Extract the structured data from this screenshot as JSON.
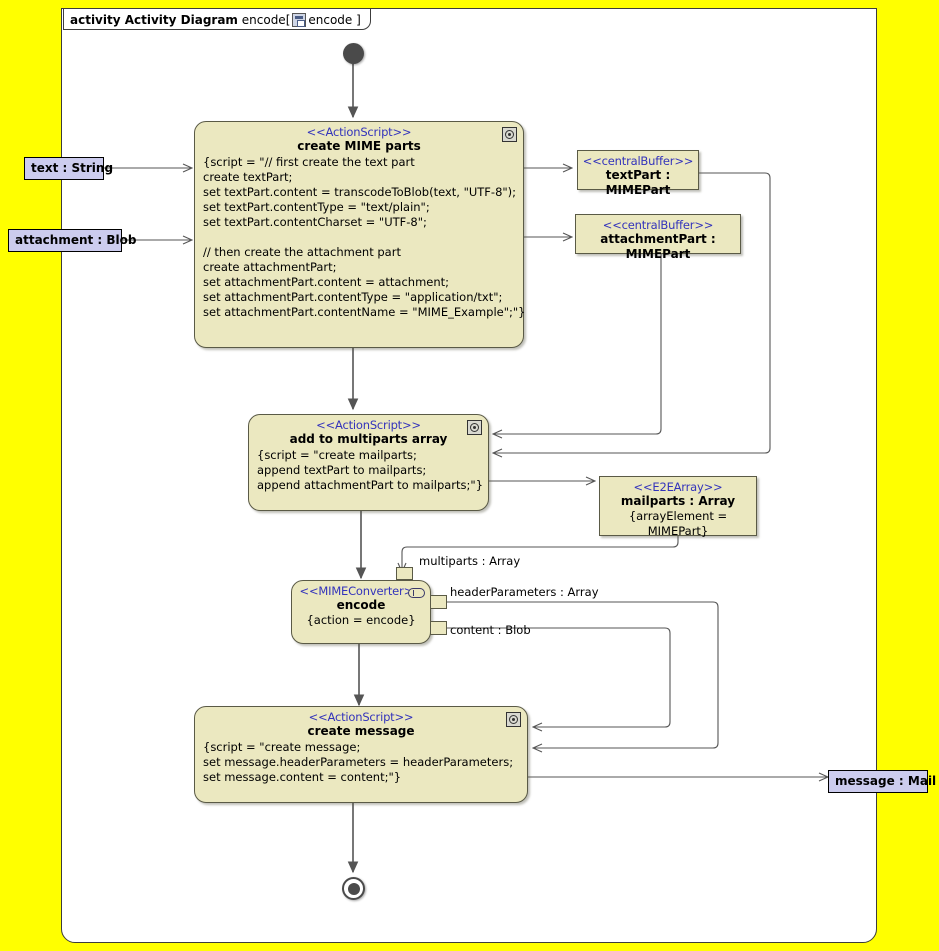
{
  "diagram": {
    "frame_label_bold": "activity Activity Diagram",
    "frame_label_rest_1": "encode[",
    "frame_label_rest_2": "encode ]",
    "frame_icon": "activity-diagram-icon",
    "canvas_background": "#ffff00",
    "frame_background": "#ffffff",
    "node_fill": "#ebe8c0",
    "node_border": "#5a5a46",
    "param_fill": "#ccccee",
    "stereotype_color": "#3333bb",
    "edge_color": "#555555"
  },
  "control_nodes": {
    "initial": "initial-node",
    "final": "activity-final-node"
  },
  "parameters": [
    {
      "id": "text-param",
      "label": "text : String"
    },
    {
      "id": "attachment-param",
      "label": "attachment : Blob"
    },
    {
      "id": "message-param",
      "label": "message : Mail"
    }
  ],
  "actions": [
    {
      "id": "create-mime-parts",
      "stereotype": "<<ActionScript>>",
      "name": "create MIME parts",
      "body": "{script = \"// first create the text part\ncreate textPart;\nset textPart.content = transcodeToBlob(text, \"UTF-8\");\nset textPart.contentType = \"text/plain\";\nset textPart.contentCharset = \"UTF-8\";\n\n// then create the attachment part\ncreate attachmentPart;\nset attachmentPart.content = attachment;\nset attachmentPart.contentType = \"application/txt\";\nset attachmentPart.contentName = \"MIME_Example\";\"}"
    },
    {
      "id": "add-to-multiparts-array",
      "stereotype": "<<ActionScript>>",
      "name": "add to multiparts array",
      "body": "{script = \"create mailparts;\nappend textPart to mailparts;\nappend attachmentPart to mailparts;\"}"
    },
    {
      "id": "encode",
      "stereotype": "<<MIMEConverter>>",
      "name": "encode",
      "property": "{action = encode}"
    },
    {
      "id": "create-message",
      "stereotype": "<<ActionScript>>",
      "name": "create message",
      "body": "{script = \"create message;\nset message.headerParameters = headerParameters;\nset message.content = content;\"}"
    }
  ],
  "object_nodes": [
    {
      "id": "text-part-buffer",
      "stereotype": "<<centralBuffer>>",
      "name": "textPart : MIMEPart"
    },
    {
      "id": "attachment-part-buffer",
      "stereotype": "<<centralBuffer>>",
      "name": "attachmentPart : MIMEPart"
    },
    {
      "id": "mailparts-array",
      "stereotype": "<<E2EArray>>",
      "name": "mailparts : Array",
      "property": "{arrayElement = MIMEPart}"
    }
  ],
  "pin_labels": [
    {
      "id": "multiparts-pin-label",
      "label": "multiparts : Array"
    },
    {
      "id": "header-parameters-pin-label",
      "label": "headerParameters : Array"
    },
    {
      "id": "content-pin-label",
      "label": "content : Blob"
    }
  ]
}
